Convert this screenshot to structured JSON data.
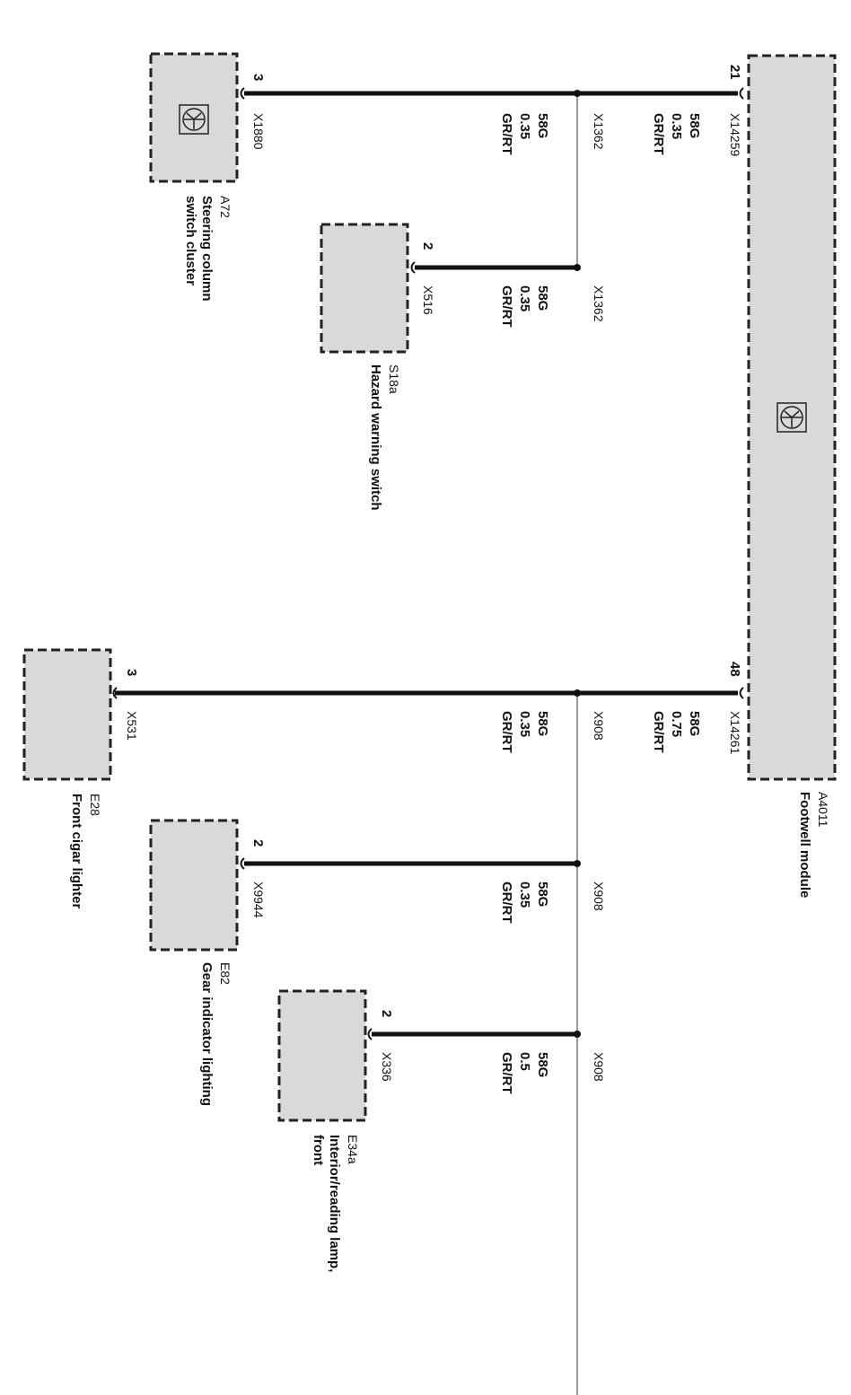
{
  "components": {
    "a4011": {
      "id": "A4011",
      "name": "Footwell module"
    },
    "a72": {
      "id": "A72",
      "name_line1": "Steering column",
      "name_line2": "switch cluster"
    },
    "s18a": {
      "id": "S18a",
      "name": "Hazard warning switch"
    },
    "e28": {
      "id": "E28",
      "name": "Front cigar lighter"
    },
    "e82": {
      "id": "E82",
      "name": "Gear indicator lighting"
    },
    "e34a": {
      "id": "E34a",
      "name_line1": "Interior/reading lamp,",
      "name_line2": "front"
    }
  },
  "wires": {
    "w1": {
      "pin_left": "3",
      "conn_left": "X1880",
      "splice": "X1362",
      "color": "58G",
      "size": "0.35",
      "code": "GR/RT",
      "pin_right": "21",
      "conn_right": "X14259",
      "r_color": "58G",
      "r_size": "0.35",
      "r_code": "GR/RT"
    },
    "w2": {
      "pin": "2",
      "conn": "X516",
      "splice": "X1362",
      "color": "58G",
      "size": "0.35",
      "code": "GR/RT"
    },
    "w3": {
      "pin_left": "3",
      "conn_left": "X531",
      "splice": "X908",
      "color": "58G",
      "size": "0.35",
      "code": "GR/RT",
      "pin_right": "48",
      "conn_right": "X14261",
      "r_color": "58G",
      "r_size": "0.75",
      "r_code": "GR/RT"
    },
    "w4": {
      "pin": "2",
      "conn": "X9944",
      "splice": "X908",
      "color": "58G",
      "size": "0.35",
      "code": "GR/RT"
    },
    "w5": {
      "pin": "2",
      "conn": "X336",
      "splice": "X908",
      "color": "58G",
      "size": "0.5",
      "code": "GR/RT"
    }
  }
}
